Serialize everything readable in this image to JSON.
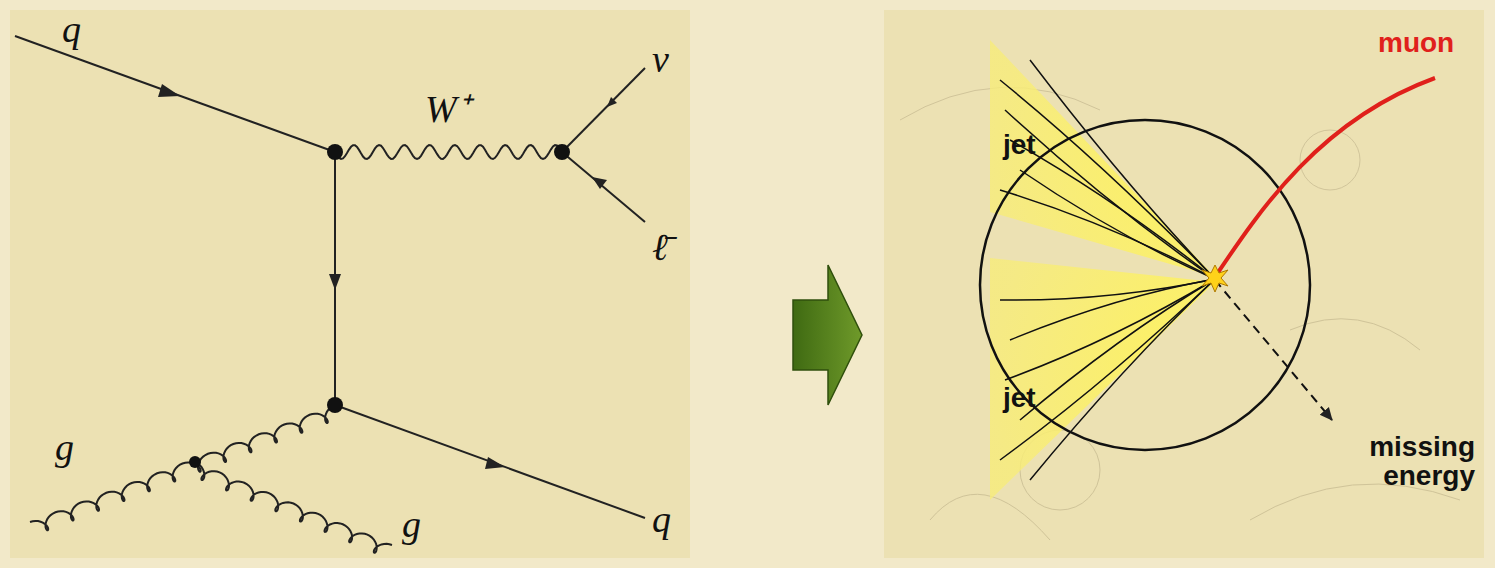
{
  "diagram": {
    "labels": [
      "q",
      "ν",
      "W⁺",
      "ℓ̄",
      "g",
      "g",
      "q",
      "jet",
      "jet",
      "muon",
      "missing energy"
    ]
  }
}
